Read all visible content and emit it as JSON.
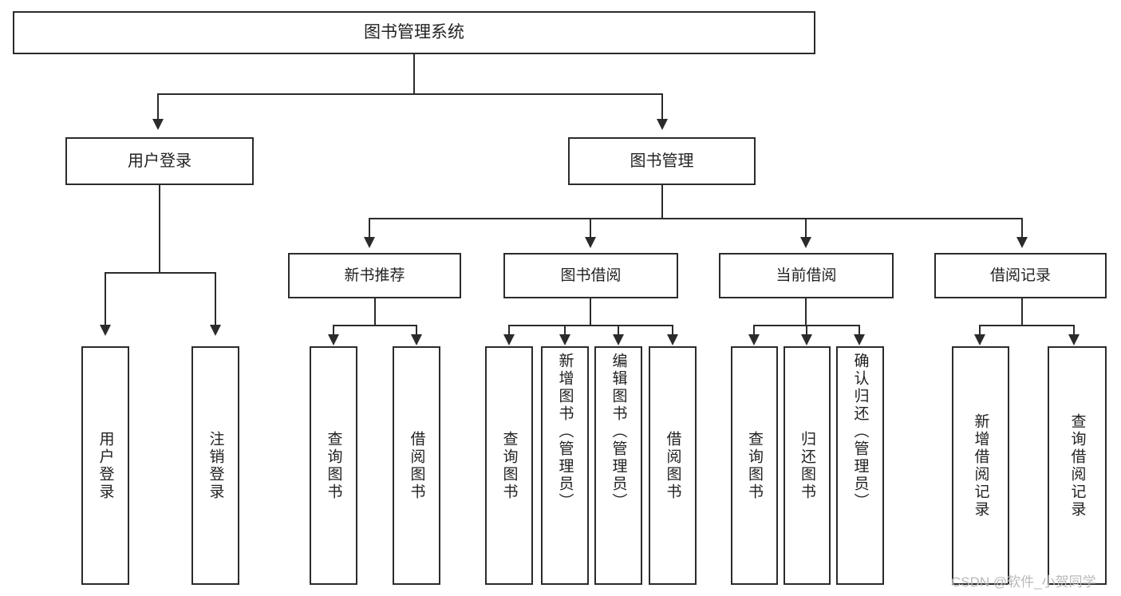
{
  "diagram": {
    "title": "图书管理系统",
    "root": {
      "label": "图书管理系统"
    },
    "level1": [
      {
        "label": "用户登录"
      },
      {
        "label": "图书管理"
      }
    ],
    "level2": [
      {
        "label": "新书推荐"
      },
      {
        "label": "图书借阅"
      },
      {
        "label": "当前借阅"
      },
      {
        "label": "借阅记录"
      }
    ],
    "leaves": {
      "user_login": [
        {
          "label": "用户登录"
        },
        {
          "label": "注销登录"
        }
      ],
      "new_book_recommend": [
        {
          "label": "查询图书"
        },
        {
          "label": "借阅图书"
        }
      ],
      "book_borrow": [
        {
          "label": "查询图书"
        },
        {
          "label": "新增图书（管理员）"
        },
        {
          "label": "编辑图书（管理员）"
        },
        {
          "label": "借阅图书"
        }
      ],
      "current_borrow": [
        {
          "label": "查询图书"
        },
        {
          "label": "归还图书"
        },
        {
          "label": "确认归还（管理员）"
        }
      ],
      "borrow_record": [
        {
          "label": "新增借阅记录"
        },
        {
          "label": "查询借阅记录"
        }
      ]
    }
  },
  "watermark": {
    "text": "CSDN @软件_小贺同学"
  },
  "colors": {
    "stroke": "#2b2b2b",
    "background": "#ffffff",
    "text": "#222222",
    "watermark": "#b9b9b9"
  }
}
